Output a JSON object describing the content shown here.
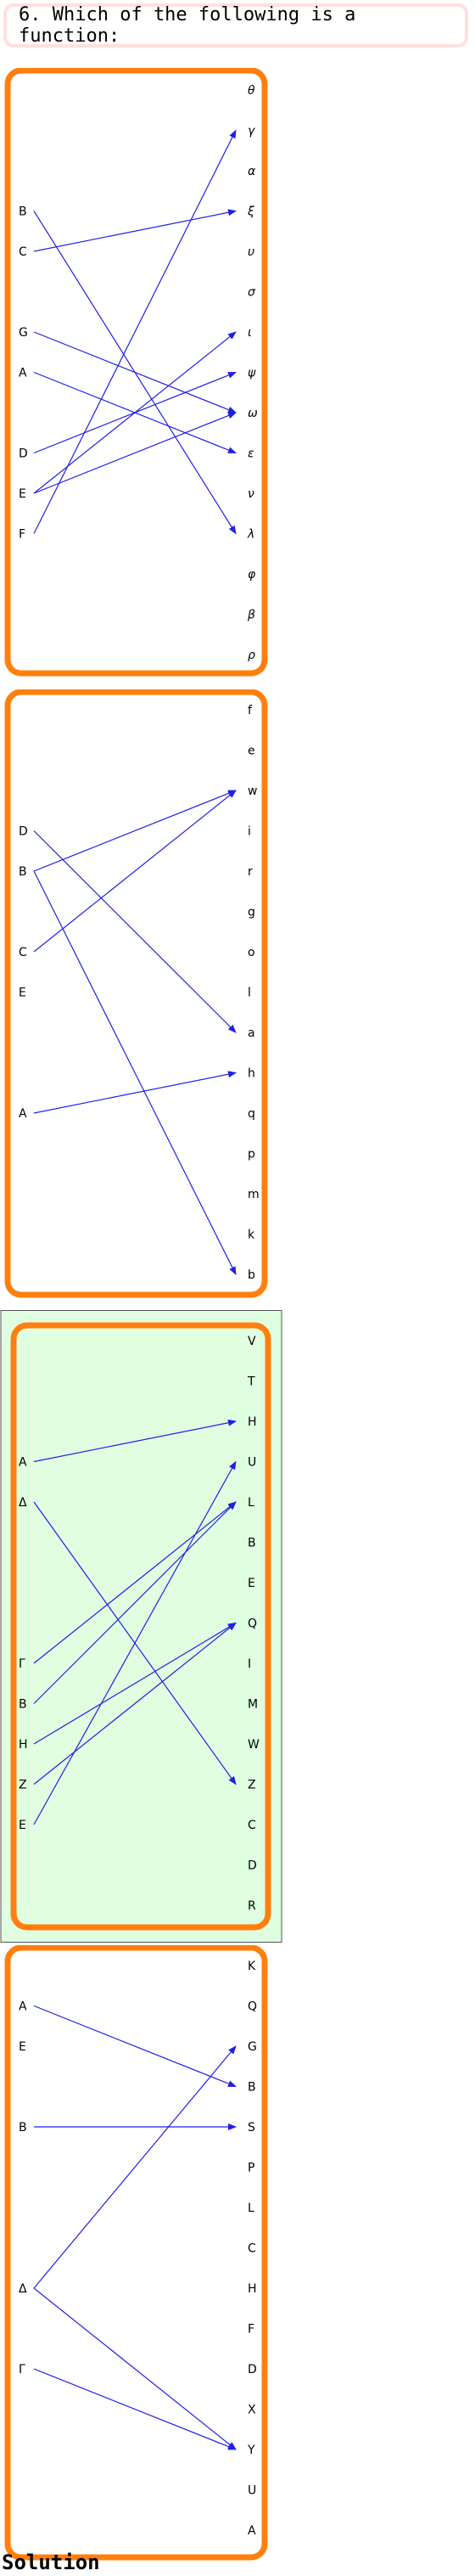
{
  "question": {
    "text": "6. Which of the following is a function:"
  },
  "solution_label": "Solution",
  "colors": {
    "frame": "#ff7f0e",
    "arrow": "#1f1fe6",
    "highlight_bg": "#e0ffe0",
    "question_border": "#ffe0e0"
  },
  "options": [
    {
      "highlighted": false,
      "codomain_italic": true,
      "domain": [
        {
          "label": "B",
          "row": 3
        },
        {
          "label": "C",
          "row": 4
        },
        {
          "label": "G",
          "row": 6
        },
        {
          "label": "A",
          "row": 7
        },
        {
          "label": "D",
          "row": 9
        },
        {
          "label": "E",
          "row": 10
        },
        {
          "label": "F",
          "row": 11
        }
      ],
      "codomain": [
        "θ",
        "γ",
        "α",
        "ξ",
        "υ",
        "σ",
        "ι",
        "ψ",
        "ω",
        "ε",
        "ν",
        "λ",
        "φ",
        "β",
        "ρ"
      ],
      "mappings": [
        {
          "from": "B",
          "to": "λ"
        },
        {
          "from": "C",
          "to": "ξ"
        },
        {
          "from": "G",
          "to": "ω"
        },
        {
          "from": "A",
          "to": "ε"
        },
        {
          "from": "D",
          "to": "ψ"
        },
        {
          "from": "E",
          "to": "ι"
        },
        {
          "from": "E",
          "to": "ω"
        },
        {
          "from": "F",
          "to": "γ"
        }
      ]
    },
    {
      "highlighted": false,
      "codomain_italic": false,
      "domain": [
        {
          "label": "D",
          "row": 3
        },
        {
          "label": "B",
          "row": 4
        },
        {
          "label": "C",
          "row": 6
        },
        {
          "label": "E",
          "row": 7
        },
        {
          "label": "A",
          "row": 10
        }
      ],
      "codomain": [
        "f",
        "e",
        "w",
        "i",
        "r",
        "g",
        "o",
        "l",
        "a",
        "h",
        "q",
        "p",
        "m",
        "k",
        "b"
      ],
      "mappings": [
        {
          "from": "D",
          "to": "a"
        },
        {
          "from": "B",
          "to": "w"
        },
        {
          "from": "B",
          "to": "b"
        },
        {
          "from": "C",
          "to": "w"
        },
        {
          "from": "A",
          "to": "h"
        }
      ]
    },
    {
      "highlighted": true,
      "codomain_italic": false,
      "domain": [
        {
          "label": "A",
          "row": 3
        },
        {
          "label": "Δ",
          "row": 4
        },
        {
          "label": "Γ",
          "row": 8
        },
        {
          "label": "B",
          "row": 9
        },
        {
          "label": "H",
          "row": 10
        },
        {
          "label": "Z",
          "row": 11
        },
        {
          "label": "E",
          "row": 12
        }
      ],
      "codomain": [
        "V",
        "T",
        "H",
        "U",
        "L",
        "B",
        "E",
        "Q",
        "I",
        "M",
        "W",
        "Z",
        "C",
        "D",
        "R"
      ],
      "mappings": [
        {
          "from": "A",
          "to": "H"
        },
        {
          "from": "Δ",
          "to": "Z"
        },
        {
          "from": "Γ",
          "to": "L"
        },
        {
          "from": "B",
          "to": "L"
        },
        {
          "from": "H",
          "to": "Q"
        },
        {
          "from": "Z",
          "to": "Q"
        },
        {
          "from": "E",
          "to": "U"
        }
      ]
    },
    {
      "highlighted": false,
      "codomain_italic": false,
      "domain": [
        {
          "label": "A",
          "row": 1
        },
        {
          "label": "E",
          "row": 2
        },
        {
          "label": "B",
          "row": 4
        },
        {
          "label": "Δ",
          "row": 8
        },
        {
          "label": "Γ",
          "row": 10
        }
      ],
      "codomain": [
        "K",
        "Q",
        "G",
        "B",
        "S",
        "P",
        "L",
        "C",
        "H",
        "F",
        "D",
        "X",
        "Y",
        "U",
        "A"
      ],
      "mappings": [
        {
          "from": "A",
          "to": "B"
        },
        {
          "from": "B",
          "to": "S"
        },
        {
          "from": "Δ",
          "to": "G"
        },
        {
          "from": "Δ",
          "to": "Y"
        },
        {
          "from": "Γ",
          "to": "Y"
        }
      ]
    }
  ]
}
